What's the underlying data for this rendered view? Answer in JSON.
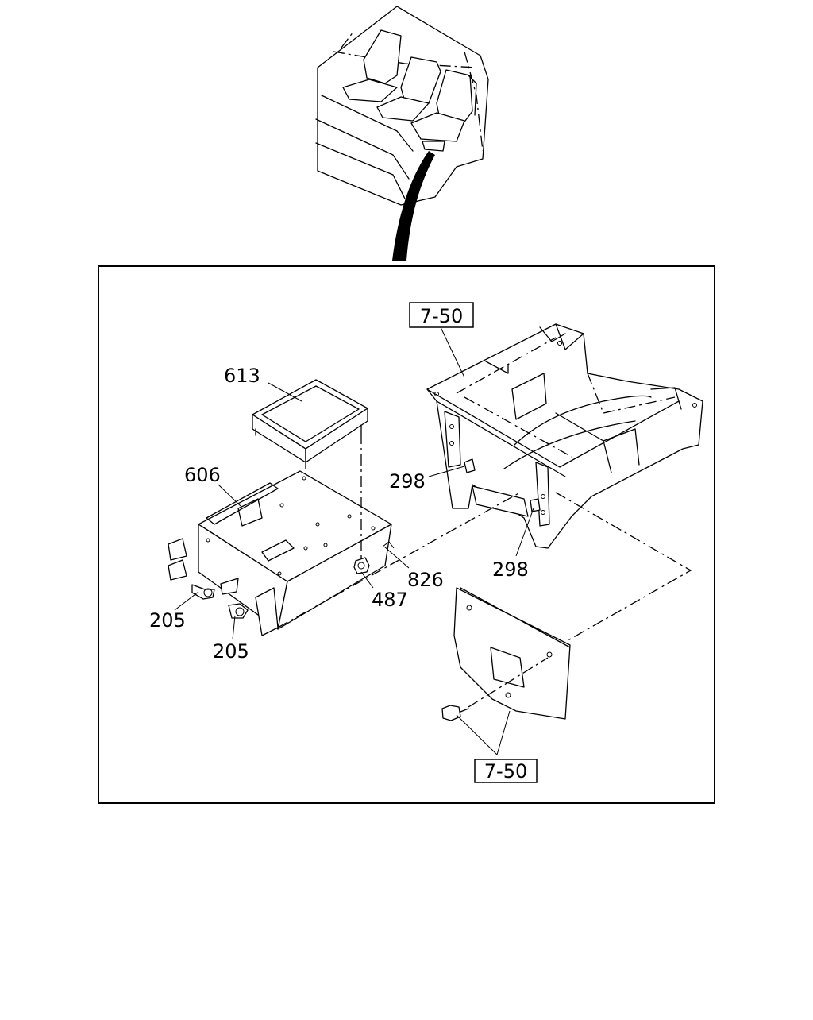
{
  "diagram": {
    "top_refs": [
      "7-50"
    ],
    "bottom_refs": [
      "7-50"
    ],
    "part_labels": {
      "p613": "613",
      "p606": "606",
      "p298a": "298",
      "p298b": "298",
      "p826": "826",
      "p487": "487",
      "p205a": "205",
      "p205b": "205"
    }
  }
}
